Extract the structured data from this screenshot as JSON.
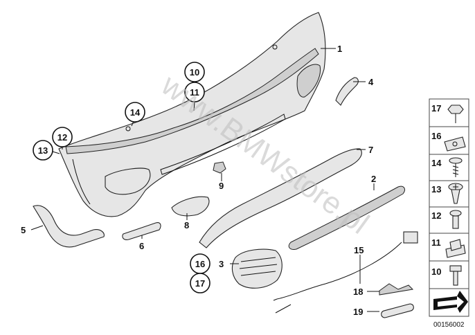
{
  "watermark": "www.BMWstore.pl",
  "diagram_code": "00156002",
  "callouts": {
    "c1": "1",
    "c2": "2",
    "c3": "3",
    "c4": "4",
    "c5": "5",
    "c6": "6",
    "c7": "7",
    "c8": "8",
    "c9": "9",
    "c10": "10",
    "c11": "11",
    "c12": "12",
    "c13": "13",
    "c14": "14",
    "c15": "15",
    "c16": "16",
    "c17": "17",
    "c18": "18",
    "c19": "19"
  },
  "legend": [
    "17",
    "16",
    "14",
    "13",
    "12",
    "11",
    "10"
  ]
}
